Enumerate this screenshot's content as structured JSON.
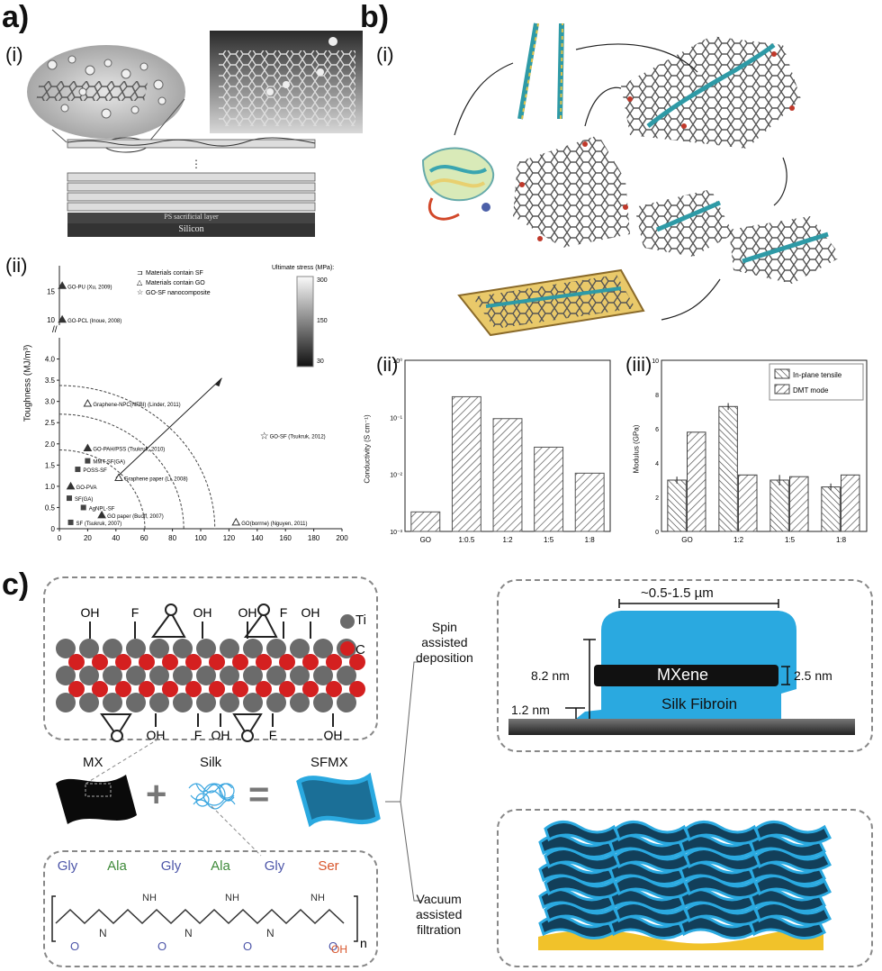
{
  "panels": {
    "a": {
      "letter": "a)",
      "sub_i": "(i)",
      "sub_ii": "(ii)",
      "sacrificial_label": "PS sacrificial layer",
      "silicon_label": "Silicon"
    },
    "b": {
      "letter": "b)",
      "sub_i": "(i)",
      "sub_ii": "(ii)",
      "sub_iii": "(iii)"
    },
    "c": {
      "letter": "c)"
    }
  },
  "chart_data": [
    {
      "type": "scatter",
      "ylabel": "Toughness (MJ/m³)",
      "xlim": [
        0,
        200
      ],
      "ylim": [
        0,
        4.5
      ],
      "y_break_ticks": [
        10,
        15
      ],
      "x_ticks": [
        "0",
        "20",
        "40",
        "60",
        "80",
        "100",
        "120",
        "140",
        "160",
        "180",
        "200"
      ],
      "y_ticks": [
        "0",
        "0.5",
        "1.0",
        "1.5",
        "2.0",
        "2.5",
        "3.0",
        "3.5",
        "4.0"
      ],
      "legend": [
        "Materials contain SF",
        "Materials contain GO",
        "GO-SF nanocomposite"
      ],
      "colorbar_title": "Ultimate stress (MPa):",
      "colorbar_ticks": [
        "300",
        "150",
        "30"
      ],
      "points": [
        {
          "label": "GO-PU (Xu, 2009)",
          "x": 2,
          "y": 16,
          "marker": "triangle-filled"
        },
        {
          "label": "GO-PCL (Inoue, 2008)",
          "x": 2,
          "y": 10,
          "marker": "triangle-filled"
        },
        {
          "label": "Graphene-NPC(NFBI) (Linder, 2011)",
          "x": 20,
          "y": 2.95,
          "marker": "triangle-open"
        },
        {
          "label": "GO-SF (Tsukruk, 2012)",
          "x": 145,
          "y": 2.2,
          "marker": "star"
        },
        {
          "label": "GO-PAH/PSS (Tsukruk, 2010)",
          "x": 20,
          "y": 1.9,
          "marker": "triangle-filled"
        },
        {
          "label": "MMT-SF(GA)",
          "x": 20,
          "y": 1.6,
          "marker": "square"
        },
        {
          "label": "POSS-SF",
          "x": 13,
          "y": 1.4,
          "marker": "square"
        },
        {
          "label": "Graphene paper (Li, 2008)",
          "x": 42,
          "y": 1.2,
          "marker": "triangle-open"
        },
        {
          "label": "GO-PVA",
          "x": 8,
          "y": 1.0,
          "marker": "triangle-filled"
        },
        {
          "label": "SF(GA)",
          "x": 7,
          "y": 0.72,
          "marker": "square"
        },
        {
          "label": "AgNPL-SF",
          "x": 17,
          "y": 0.5,
          "marker": "square"
        },
        {
          "label": "GO paper (Buoff, 2007)",
          "x": 30,
          "y": 0.32,
          "marker": "triangle-filled"
        },
        {
          "label": "GO(borrne) (Nguyen, 2011)",
          "x": 125,
          "y": 0.15,
          "marker": "triangle-open"
        },
        {
          "label": "SF (Tsukruk, 2007)",
          "x": 8,
          "y": 0.15,
          "marker": "square"
        }
      ]
    },
    {
      "type": "bar",
      "ylabel": "Conductivity (S cm⁻¹)",
      "yscale": "log",
      "ylim": [
        0.001,
        1
      ],
      "y_ticks": [
        "10⁰",
        "10⁻¹",
        "10⁻²",
        "10⁻³"
      ],
      "categories": [
        "GO",
        "1:0.5",
        "1:2",
        "1:5",
        "1:8"
      ],
      "values": [
        0.0022,
        0.23,
        0.095,
        0.03,
        0.0105
      ]
    },
    {
      "type": "bar",
      "ylabel": "Modulus (GPa)",
      "ylim": [
        0,
        10
      ],
      "y_ticks": [
        "0",
        "2",
        "4",
        "6",
        "8",
        "10"
      ],
      "categories": [
        "GO",
        "1:2",
        "1:5",
        "1:8"
      ],
      "series": [
        {
          "name": "In-plane tensile",
          "values": [
            3.0,
            7.3,
            3.0,
            2.6
          ],
          "errors": [
            0.2,
            0.2,
            0.3,
            0.2
          ]
        },
        {
          "name": "DMT mode",
          "values": [
            5.8,
            3.3,
            3.2,
            3.3
          ],
          "errors": [
            0,
            0,
            0,
            0
          ]
        }
      ]
    }
  ],
  "c_panel": {
    "atoms": {
      "ti": "Ti",
      "c": "C"
    },
    "top_groups": [
      "OH",
      "F",
      "OH",
      "OH",
      "F",
      "OH"
    ],
    "bottom_groups": [
      "OH",
      "F",
      "OH",
      "F",
      "OH"
    ],
    "mx": "MX",
    "silk": "Silk",
    "sfmx": "SFMX",
    "plus": "+",
    "equals": "=",
    "spin": [
      "Spin",
      "assisted",
      "deposition"
    ],
    "vacuum": [
      "Vacuum",
      "assisted",
      "filtration"
    ],
    "schematic": {
      "width": "~0.5-1.5 µm",
      "height": "8.2 nm",
      "mxene": "MXene",
      "thick": "2.5 nm",
      "base": "1.2 nm",
      "fibroin": "Silk Fibroin"
    },
    "peptide": [
      "Gly",
      "Ala",
      "Gly",
      "Ala",
      "Gly",
      "Ser"
    ],
    "peptide_colors": [
      "#4c55a8",
      "#3f8a3a",
      "#4c55a8",
      "#3f8a3a",
      "#4c55a8",
      "#d8552b"
    ],
    "n": "n",
    "nh": "N",
    "h": "H",
    "o": "O",
    "oh": "OH"
  },
  "colors": {
    "mxene_blue": "#2aa9e0",
    "ti_gray": "#6b6b6b",
    "c_red": "#d42020",
    "gold": "#e8b81c"
  }
}
